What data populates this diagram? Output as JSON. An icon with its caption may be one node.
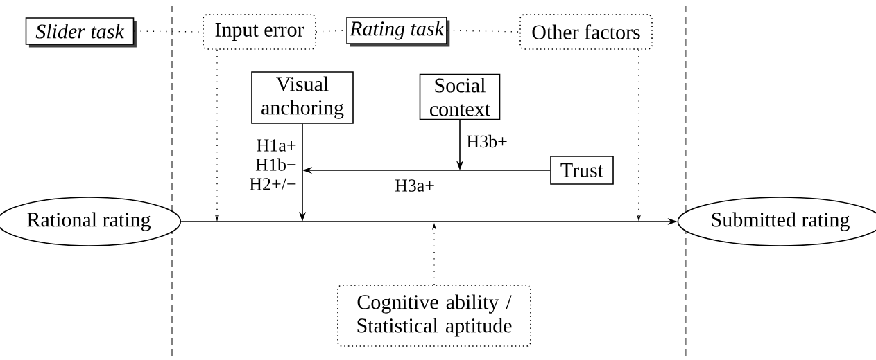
{
  "diagram": {
    "nodes": [
      {
        "text": [
          "Slider task"
        ]
      },
      {
        "text": [
          "Input error"
        ]
      },
      {
        "text": [
          "Rating task"
        ]
      },
      {
        "text": [
          "Other factors"
        ]
      },
      {
        "text": [
          "Visual anchoring"
        ]
      },
      {
        "text": [
          "Social context"
        ]
      },
      {
        "text": [
          "Trust"
        ]
      },
      {
        "text": [
          "Rational rating"
        ]
      },
      {
        "text": [
          "Submitted rating"
        ]
      },
      {
        "text": [
          "Cognitive ability / Statistical aptitude"
        ]
      }
    ],
    "edges": [
      {
        "from": 0,
        "to": 1,
        "arrow": "none",
        "style": "dashed"
      },
      {
        "from": 1,
        "to": 2,
        "arrow": "none",
        "style": "dashed"
      },
      {
        "from": 2,
        "to": 3,
        "arrow": "none",
        "style": "dashed"
      },
      {
        "from": 7,
        "to": 8,
        "arrow": "to"
      },
      {
        "from": 1,
        "to": null,
        "arrow": "to",
        "style": "dashed"
      },
      {
        "from": 3,
        "to": null,
        "arrow": "to",
        "style": "dashed"
      },
      {
        "from": 4,
        "to": null,
        "arrow": "to",
        "label": "H1a+ H1b− H2+/−"
      },
      {
        "from": 5,
        "to": null,
        "arrow": "to",
        "label": "H3b+"
      },
      {
        "from": 6,
        "to": null,
        "arrow": "to",
        "label": "H3a+"
      },
      {
        "from": 9,
        "to": null,
        "arrow": "to",
        "style": "dashed"
      }
    ]
  }
}
